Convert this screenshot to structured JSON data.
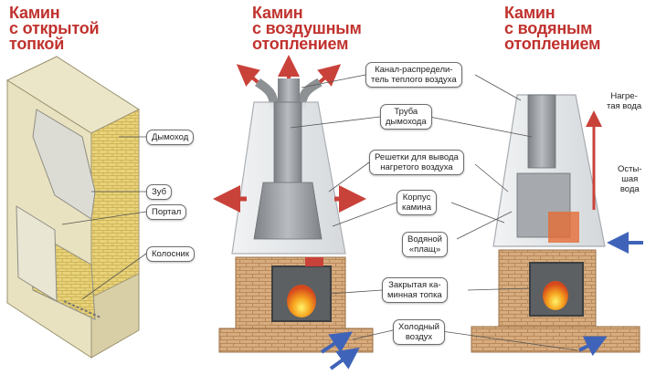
{
  "titles": {
    "open": [
      "Камин",
      "с открытой",
      "топкой"
    ],
    "air": [
      "Камин",
      "с воздушным",
      "отоплением"
    ],
    "water": [
      "Камин",
      "с водяным",
      "отоплением"
    ]
  },
  "labels_open": {
    "chimney": "Дымоход",
    "tooth": "Зуб",
    "portal": "Портал",
    "grate": "Колосник"
  },
  "labels_air": {
    "channel": [
      "Канал-распредели-",
      "тель теплого воздуха"
    ],
    "flue_pipe": [
      "Труба",
      "дымохода"
    ],
    "grilles": [
      "Решетки для вывода",
      "нагретого воздуха"
    ],
    "body": [
      "Корпус",
      "камина"
    ],
    "water_jacket": [
      "Водяной",
      "«плащ»"
    ],
    "closed_firebox": [
      "Закрытая ка-",
      "минная топка"
    ],
    "cold_air": [
      "Холодный",
      "воздух"
    ]
  },
  "labels_water": {
    "heated_water": [
      "Нагре-",
      "тая вода"
    ],
    "cooled_water": [
      "Осты-",
      "шая",
      "вода"
    ]
  },
  "colors": {
    "title_red": "#c0322e",
    "arrow_red": "#c9423a",
    "arrow_blue": "#3f63b8",
    "brick": "#d7ac7e",
    "brick_mortar": "#b9895c",
    "plaster": "#e6e6e0",
    "metal": "#9b9fa3",
    "fire": "#f08a1e"
  }
}
